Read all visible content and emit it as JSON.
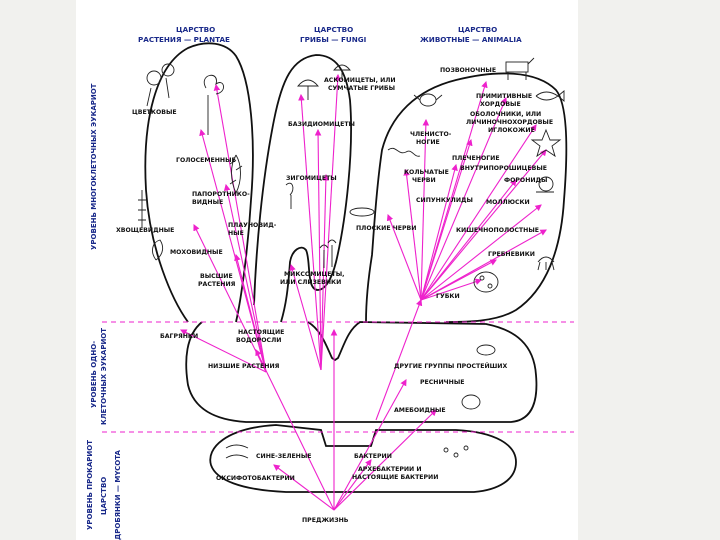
{
  "kingdoms": {
    "plants": {
      "line1": "ЦАРСТВО",
      "line2": "РАСТЕНИЯ — PLANTAE"
    },
    "fungi": {
      "line1": "ЦАРСТВО",
      "line2": "ГРИБЫ — FUNGI"
    },
    "animals": {
      "line1": "ЦАРСТВО",
      "line2": "ЖИВОТНЫЕ — ANIMALIA"
    },
    "prokaryotes": {
      "line1": "ЦАРСТВО",
      "line2": "ДРОБЯНКИ — MYCOTA"
    }
  },
  "levels": {
    "multicellular": "УРОВЕНЬ МНОГОКЛЕТОЧНЫХ ЭУКАРИОТ",
    "unicellular_1": "УРОВЕНЬ ОДНО-",
    "unicellular_2": "КЛЕТОЧНЫХ ЭУКАРИОТ",
    "prokaryote": "УРОВЕНЬ ПРОКАРИОТ"
  },
  "labels": {
    "flowering": "ЦВЕТКОВЫЕ",
    "gymnosperms": "ГОЛОСЕМЕННЫЕ",
    "ferns_1": "ПАПОРОТНИКО-",
    "ferns_2": "ВИДНЫЕ",
    "horsetails": "ХВОЩЕВИДНЫЕ",
    "lycopods_1": "ПЛАУНОВИД-",
    "lycopods_2": "НЫЕ",
    "mosses": "МОХОВИДНЫЕ",
    "higher_plants_1": "ВЫСШИЕ",
    "higher_plants_2": "РАСТЕНИЯ",
    "red_algae": "БАГРЯНКИ",
    "true_algae_1": "НАСТОЯЩИЕ",
    "true_algae_2": "ВОДОРОСЛИ",
    "lower_plants": "НИЗШИЕ РАСТЕНИЯ",
    "ascomycetes_1": "АСКОМИЦЕТЫ, ИЛИ",
    "ascomycetes_2": "СУМЧАТЫЕ ГРИБЫ",
    "basidiomycetes": "БАЗИДИОМИЦЕТЫ",
    "zygomycetes": "ЗИГОМИЦЕТЫ",
    "myxomycetes_1": "МИКСОМИЦЕТЫ,",
    "myxomycetes_2": "ИЛИ СЛИЗЕВИКИ",
    "vertebrates": "ПОЗВОНОЧНЫЕ",
    "primitive_chordates_1": "ПРИМИТИВНЫЕ",
    "primitive_chordates_2": "ХОРДОВЫЕ",
    "tunicates_1": "ОБОЛОЧНИКИ, ИЛИ",
    "tunicates_2": "ЛИЧИНОЧНОХОРДОВЫЕ",
    "echinoderms": "ИГЛОКОЖИЕ",
    "arthropods_1": "ЧЛЕНИСТО-",
    "arthropods_2": "НОГИЕ",
    "brachiopods": "ПЛЕЧЕНОГИЕ",
    "entoprocts": "ВНУТРИПОРОШИЦЕВЫЕ",
    "phoronids": "ФОРОНИДЫ",
    "annelids_1": "КОЛЬЧАТЫЕ",
    "annelids_2": "ЧЕРВИ",
    "sipunculids": "СИПУНКУЛИДЫ",
    "molluscs": "МОЛЛЮСКИ",
    "flatworms": "ПЛОСКИЕ ЧЕРВИ",
    "cnidarians": "КИШЕЧНОПОЛОСТНЫЕ",
    "ctenophores": "ГРЕБНЕВИКИ",
    "sponges": "ГУБКИ",
    "other_protists": "ДРУГИЕ ГРУППЫ ПРОСТЕЙШИХ",
    "ciliates": "РЕСНИЧНЫЕ",
    "amoeboids": "АМЕБОИДНЫЕ",
    "cyanobacteria": "СИНЕ-ЗЕЛЕНЫЕ",
    "bacteria": "БАКТЕРИИ",
    "oxyphotobacteria": "ОКСИФОТОБАКТЕРИИ",
    "archaebacteria_1": "АРХЕБАКТЕРИИ И",
    "archaebacteria_2": "НАСТОЯЩИЕ БАКТЕРИИ",
    "prelife": "ПРЕДЖИЗНЬ"
  },
  "colors": {
    "arrows": "#ee22cc",
    "outline": "#111111",
    "headers": "#1a2a8a",
    "backdrop": "#f1f1ee"
  }
}
